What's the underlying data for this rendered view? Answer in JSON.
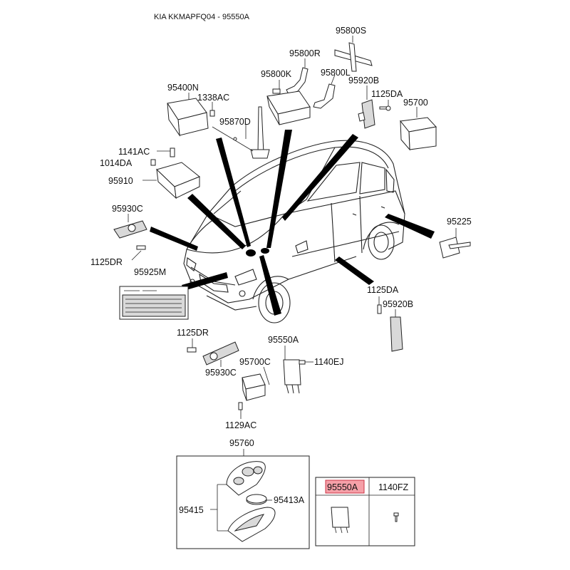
{
  "header": {
    "title": "KIA KKMAPFQ04 - 95550A"
  },
  "labels": {
    "p95800S": "95800S",
    "p95800R": "95800R",
    "p95800K": "95800K",
    "p95800L": "95800L",
    "p95920B_top": "95920B",
    "p1125DA_top": "1125DA",
    "p95700": "95700",
    "p95400N": "95400N",
    "p1338AC": "1338AC",
    "p95870D": "95870D",
    "p1141AC": "1141AC",
    "p1014DA": "1014DA",
    "p95910": "95910",
    "p95930C_top": "95930C",
    "p1125DR_left": "1125DR",
    "p95925M": "95925M",
    "p95225": "95225",
    "p1125DA_right": "1125DA",
    "p95920B_right": "95920B",
    "p1125DR_low": "1125DR",
    "p95550A": "95550A",
    "p95930C_low": "95930C",
    "p95700C": "95700C",
    "p1140EJ": "1140EJ",
    "p1129AC": "1129AC",
    "p95760": "95760",
    "p95415": "95415",
    "p95413A": "95413A"
  },
  "legend_table": {
    "highlighted_part": "95550A",
    "other_part": "1140FZ",
    "highlight_color": "#f5a0a8"
  }
}
